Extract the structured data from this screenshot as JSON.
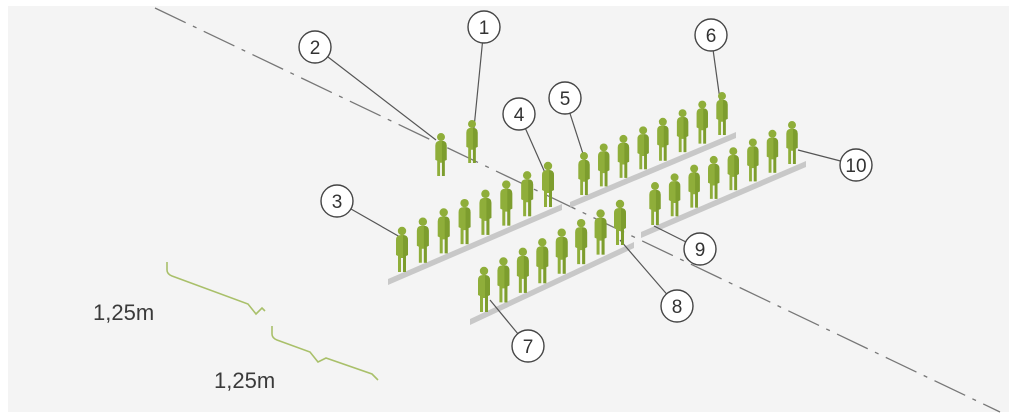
{
  "colors": {
    "background": "#ffffff",
    "panel": "#f4f4f4",
    "figure": "#8fae3a",
    "figure_shade": "#6f8f25",
    "row_shadow": "#bdbdbd",
    "leader": "#555555",
    "axis_line": "#777777",
    "bracket": "#a9c06a"
  },
  "icons": {
    "person": "standing-person-icon",
    "marker": "numbered-circle-icon"
  },
  "markers": [
    {
      "id": "marker-1",
      "label": "1"
    },
    {
      "id": "marker-2",
      "label": "2"
    },
    {
      "id": "marker-3",
      "label": "3"
    },
    {
      "id": "marker-4",
      "label": "4"
    },
    {
      "id": "marker-5",
      "label": "5"
    },
    {
      "id": "marker-6",
      "label": "6"
    },
    {
      "id": "marker-7",
      "label": "7"
    },
    {
      "id": "marker-8",
      "label": "8"
    },
    {
      "id": "marker-9",
      "label": "9"
    },
    {
      "id": "marker-10",
      "label": "10"
    }
  ],
  "rows": [
    {
      "name": "row-3-4",
      "figures": 8
    },
    {
      "name": "row-5-6",
      "figures": 8
    },
    {
      "name": "row-7-8",
      "figures": 8
    },
    {
      "name": "row-9-10",
      "figures": 8
    }
  ],
  "singles": [
    {
      "name": "figure-1"
    },
    {
      "name": "figure-2"
    }
  ],
  "dimensions": [
    {
      "name": "spacing-label-upper",
      "text": "1,25m"
    },
    {
      "name": "spacing-label-lower",
      "text": "1,25m"
    }
  ]
}
